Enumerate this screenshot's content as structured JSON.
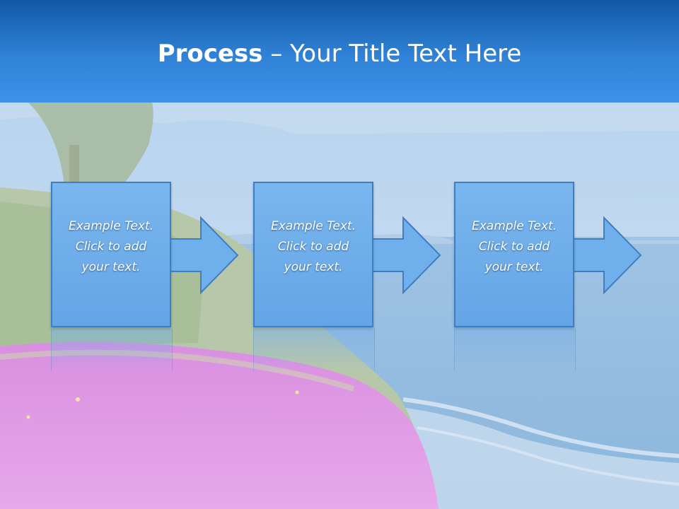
{
  "title": {
    "bold": "Process",
    "rest": " – Your Title Text Here"
  },
  "steps": [
    {
      "text": "Example Text.\nClick  to add\nyour text."
    },
    {
      "text": "Example Text.\nClick  to add\nyour text."
    },
    {
      "text": "Example Text.\nClick  to add\nyour text."
    }
  ],
  "colors": {
    "header_top": "#1258a6",
    "header_bottom": "#3d92e8",
    "box_fill": "#6fb0ec",
    "box_border": "#3f7fbf",
    "flowers": "#e39ee6"
  },
  "icons": {
    "background": "coastal-landscape-image",
    "connector": "right-arrow-shape"
  }
}
